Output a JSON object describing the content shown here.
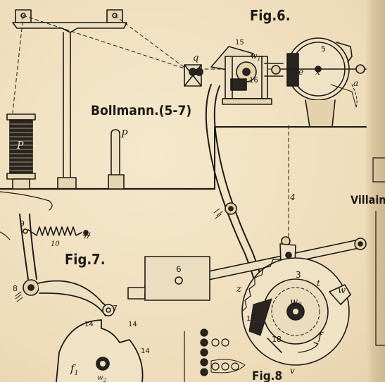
{
  "figure": {
    "fig6_caption": "Fig.6.",
    "fig7_caption": "Fig.7.",
    "fig8_caption": "Fig.8",
    "inventor_label": "Bollmann.(5-7)",
    "right_page_label": "Villain",
    "ink_color": "#1d1a15",
    "paper_color": "#f1e3c6"
  },
  "parts": {
    "p_bobbin": "P",
    "p_post": "P",
    "q": "q",
    "n15": "15",
    "w1": "w",
    "w1_sub": "1",
    "n16": "16",
    "n5": "5",
    "e": "e",
    "x": "x",
    "a": "a",
    "n4": "4",
    "n6": "6",
    "n3": "3",
    "z": "z",
    "t": "t",
    "w": "w",
    "w2": "w",
    "w2_sub": "2",
    "n17": "17",
    "n18": "18",
    "f": "f",
    "v": "v",
    "n9": "9",
    "n10": "10",
    "n8": "8",
    "n7": "7",
    "n14a": "14",
    "n14b": "14",
    "n14c": "14",
    "f1": "f",
    "f1_sub": "1",
    "w2_bottom": "w",
    "w2_bottom_sub": "2"
  }
}
